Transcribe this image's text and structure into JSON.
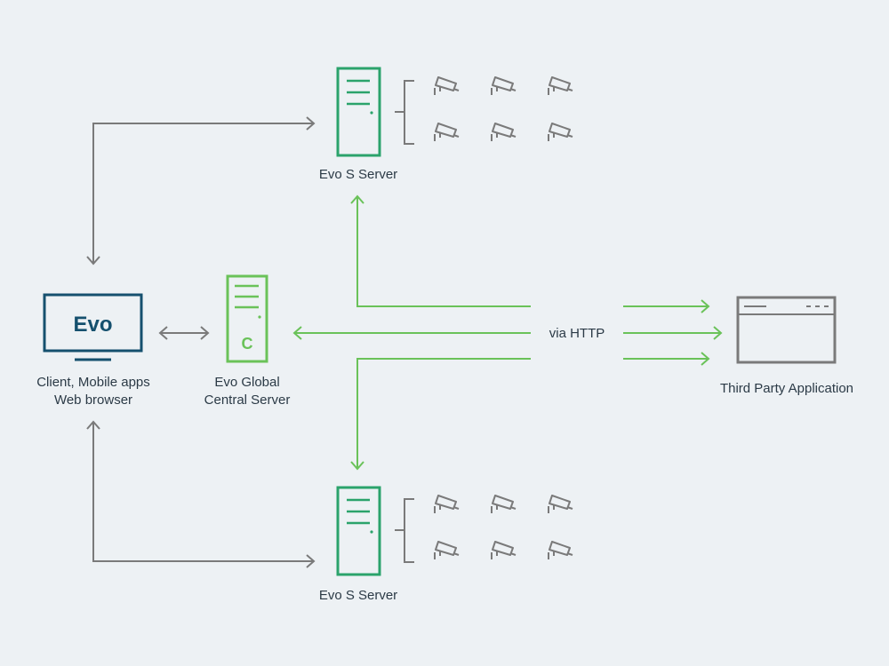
{
  "client": {
    "screen_text": "Evo",
    "label_line1": "Client, Mobile apps",
    "label_line2": "Web browser"
  },
  "central_server": {
    "letter": "C",
    "label_line1": "Evo Global",
    "label_line2": "Central Server"
  },
  "servers": {
    "top_label": "Evo S Server",
    "bottom_label": "Evo S Server"
  },
  "connection": {
    "label": "via HTTP"
  },
  "third_party": {
    "label": "Third Party Application"
  },
  "colors": {
    "background": "#edf1f4",
    "gray": "#7a7a7a",
    "green_dark": "#2ba36b",
    "green_light": "#6ac259",
    "navy": "#15506e",
    "text": "#2b3a46"
  }
}
